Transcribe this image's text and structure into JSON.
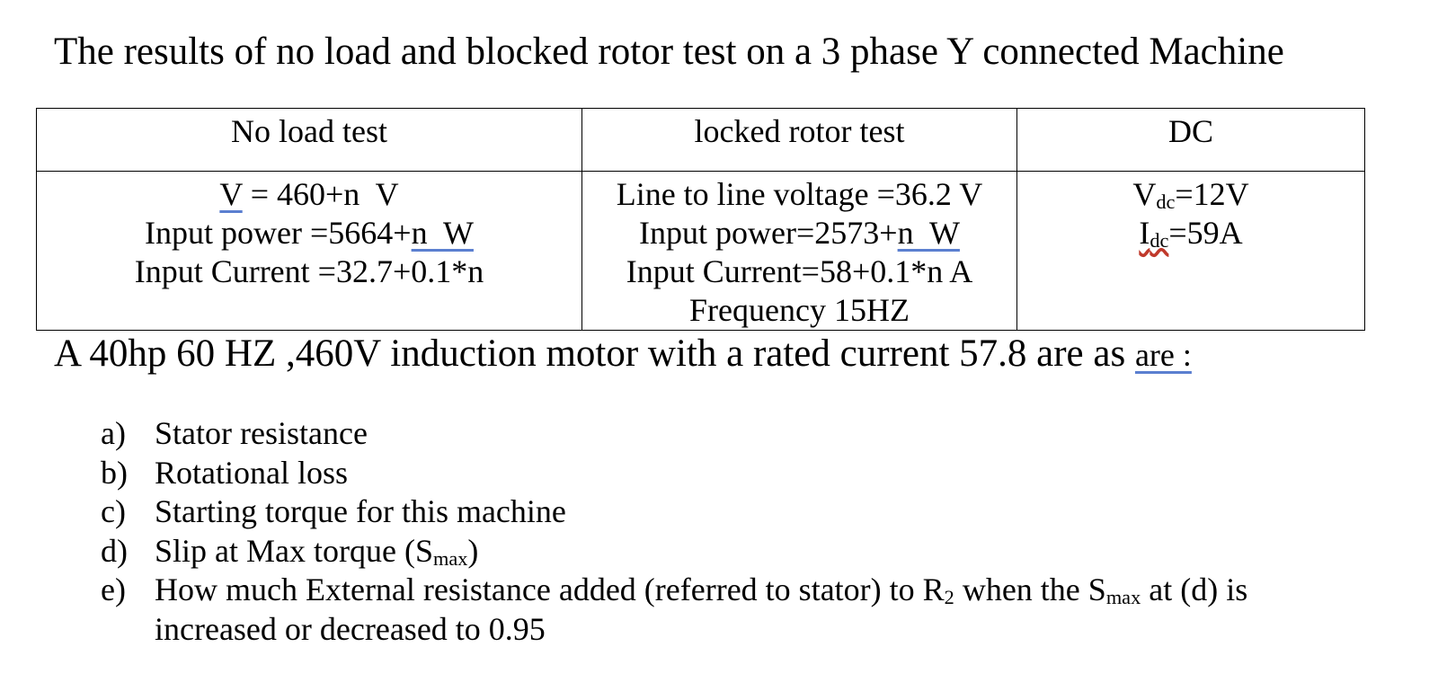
{
  "title": "The results of no load and blocked rotor test on a 3 phase Y connected Machine",
  "table": {
    "headers": [
      "No load test",
      "locked rotor test",
      "DC"
    ],
    "no_load": {
      "voltage_label": "V",
      "voltage_value": " = 460+n  V",
      "power_label": "Input power =5664+",
      "power_value": "n  W",
      "current": "Input Current =32.7+0.1*n"
    },
    "locked_rotor": {
      "voltage": "Line to line voltage =36.2 V",
      "power_label": "Input power=2573+",
      "power_value": "n  W",
      "current": "Input Current=58+0.1*n A",
      "frequency": "Frequency 15HZ"
    },
    "dc": {
      "v_symbol": "V",
      "v_sub": "dc",
      "v_value": "=12V",
      "i_symbol": "I",
      "i_sub": "dc",
      "i_value": "=59A"
    }
  },
  "statement": {
    "main": "A 40hp 60 HZ ,460V induction motor with a rated current 57.8 are as ",
    "suffix": "are :"
  },
  "parts": [
    {
      "marker": "a)",
      "text": "Stator resistance"
    },
    {
      "marker": "b)",
      "text": "Rotational loss"
    },
    {
      "marker": "c)",
      "text": "Starting torque for this machine"
    },
    {
      "marker": "d)",
      "text_before": "Slip at Max torque (S",
      "sub": "max",
      "text_after": ")"
    },
    {
      "marker": "e)",
      "t1": "How much External resistance added (referred to stator) to R",
      "sub1": "2",
      "t2": " when the S",
      "sub2": "max",
      "t3": " at (d) is increased or decreased to 0.95"
    }
  ]
}
